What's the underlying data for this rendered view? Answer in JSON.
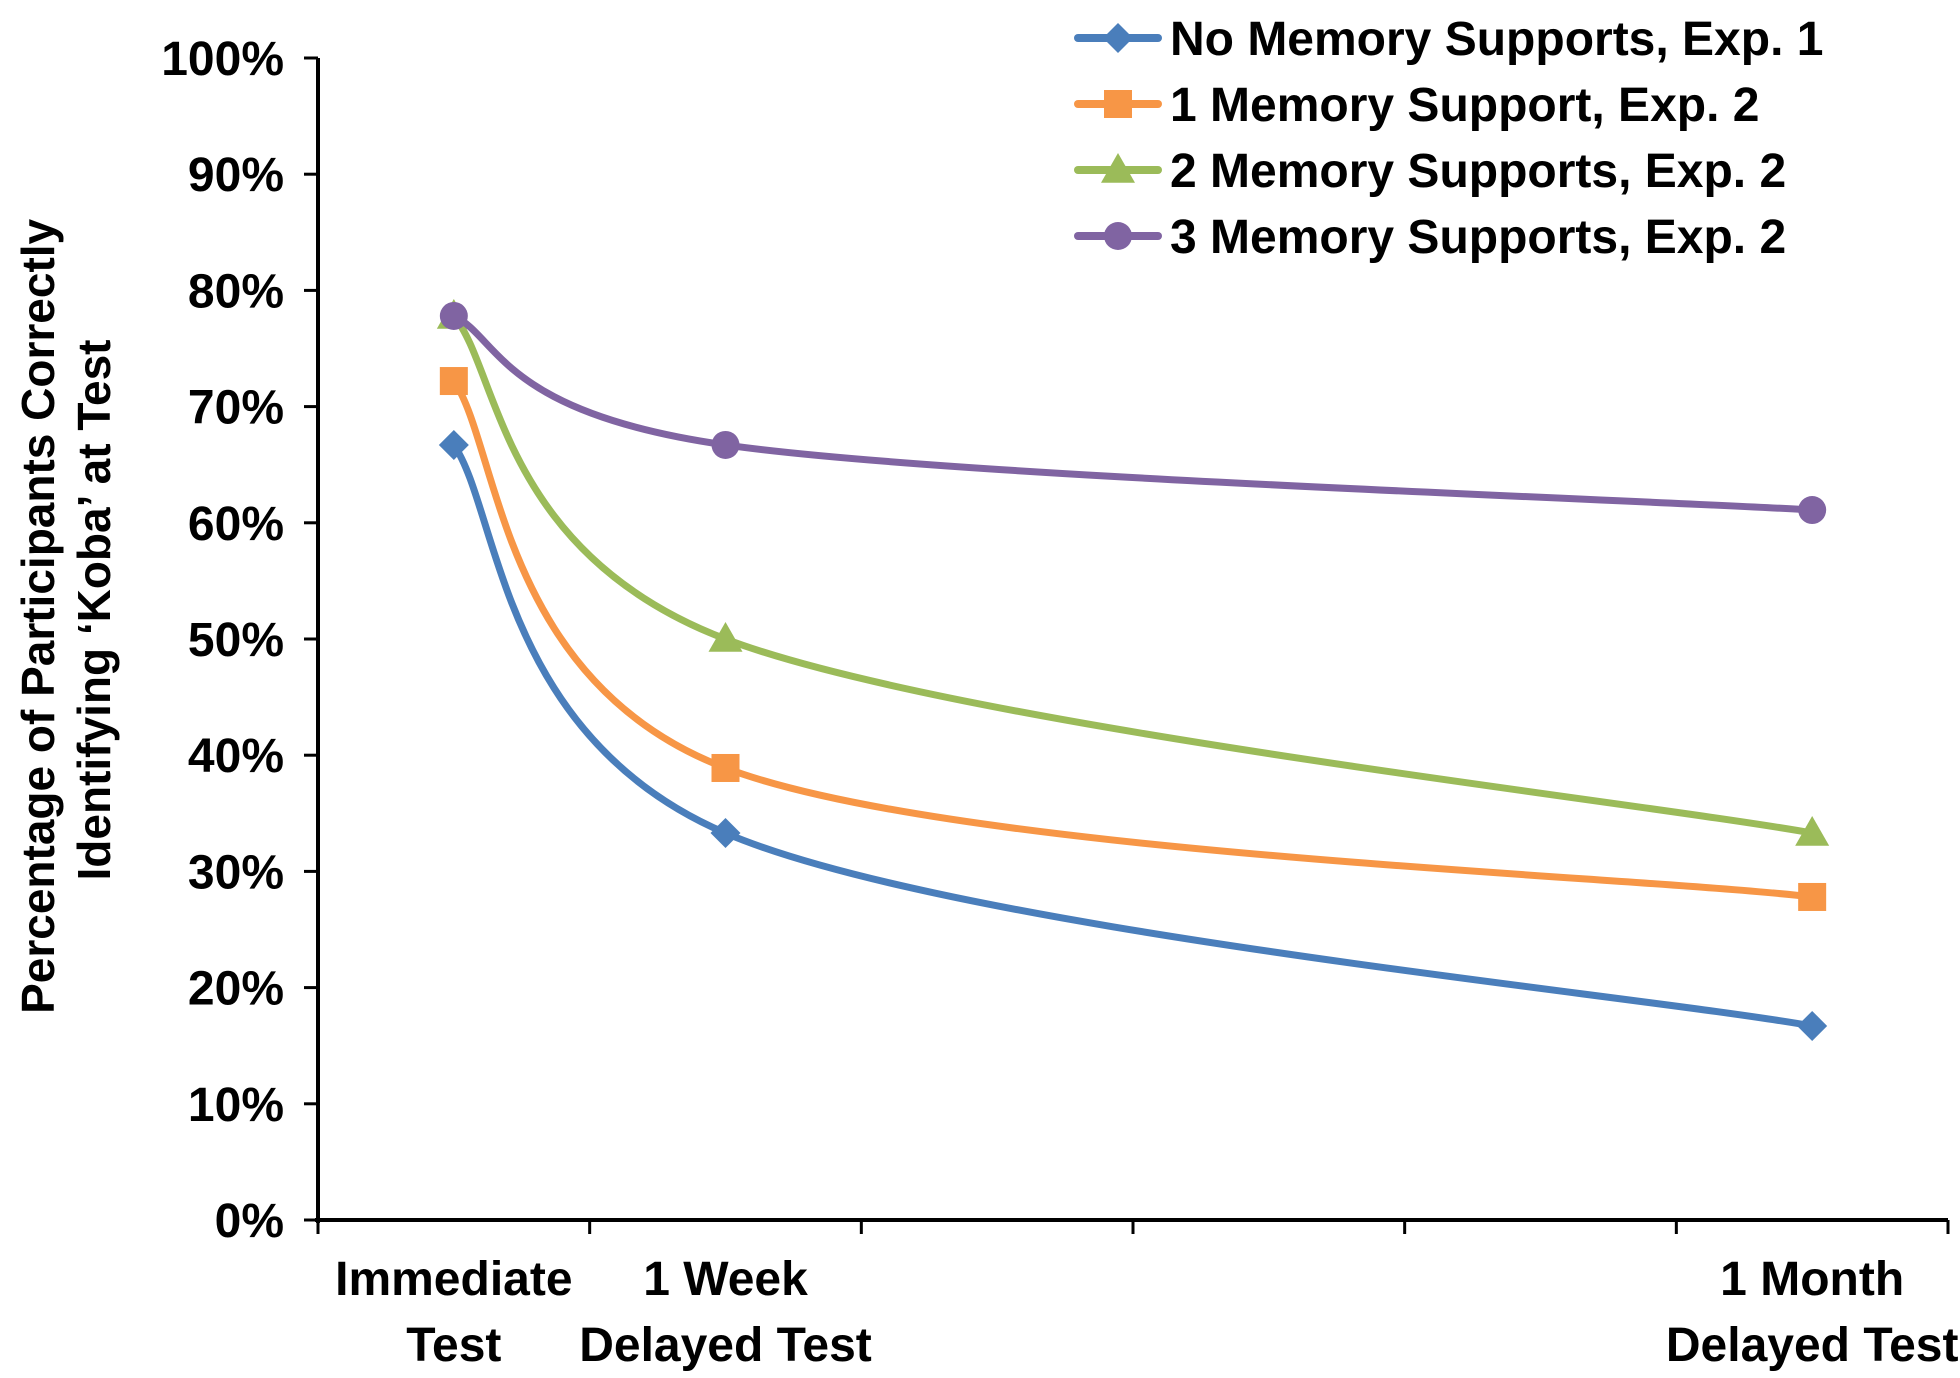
{
  "chart_data": {
    "type": "line",
    "title": "",
    "ylabel_line1": "Percentage of Participants Correctly",
    "ylabel_line2": "Identifying ‘Koba’ at Test",
    "xlabel": "",
    "ylim": [
      0,
      100
    ],
    "ytick_step": 10,
    "ytick_suffix": "%",
    "smooth": true,
    "grid": false,
    "legend_position": "top-right",
    "x_categories": [
      [
        "Immediate",
        "Test"
      ],
      [
        "1 Week",
        "Delayed Test"
      ],
      [],
      [],
      [],
      [
        "1 Month",
        "Delayed Test"
      ]
    ],
    "x_positions": [
      0.5,
      1.5,
      5.5
    ],
    "series": [
      {
        "name": "No Memory Supports, Exp. 1",
        "color": "#4a7ebb",
        "marker": "diamond",
        "values": [
          66.7,
          33.3,
          16.7
        ]
      },
      {
        "name": "1 Memory Support, Exp. 2",
        "color": "#f79646",
        "marker": "square",
        "values": [
          72.2,
          38.9,
          27.8
        ]
      },
      {
        "name": "2 Memory Supports, Exp. 2",
        "color": "#9bbb59",
        "marker": "triangle",
        "values": [
          77.8,
          50.0,
          33.3
        ]
      },
      {
        "name": "3 Memory Supports, Exp. 2",
        "color": "#8064a2",
        "marker": "circle",
        "values": [
          77.8,
          66.7,
          61.1
        ]
      }
    ]
  }
}
